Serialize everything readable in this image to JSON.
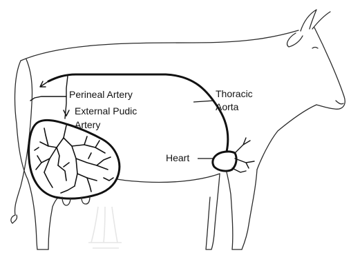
{
  "labels": {
    "perineal_artery": "Perineal Artery",
    "external_pudic_line1": "External Pudic",
    "external_pudic_line2": "Artery",
    "thoracic_line1": "Thoracic",
    "thoracic_line2": "Aorta",
    "heart": "Heart"
  },
  "colors": {
    "line": "#111111",
    "outline": "#2a2a2a",
    "background": "#ffffff",
    "watermark": "#e6e6e6"
  }
}
